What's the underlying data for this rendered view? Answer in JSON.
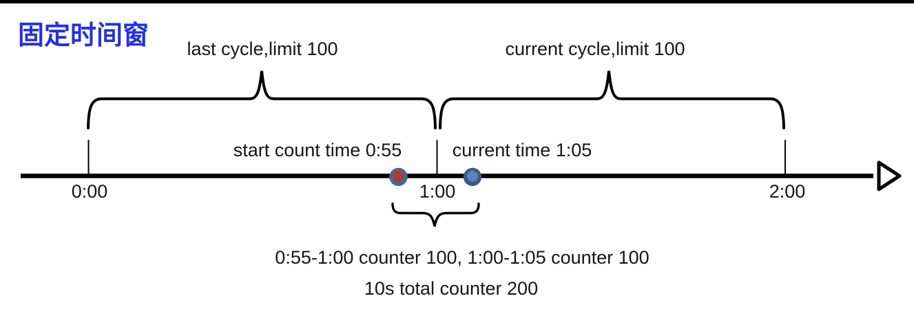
{
  "title": {
    "text": "固定时间窗",
    "color": "#2231e0"
  },
  "colors": {
    "ink": "#000000",
    "text": "#151515",
    "background": "#ffffff"
  },
  "cycles": [
    {
      "label": "last cycle,limit 100"
    },
    {
      "label": "current cycle,limit 100"
    }
  ],
  "markers": [
    {
      "label": "start count time 0:55",
      "ring_color": "#4a6691",
      "fill_color": "#b23a2b"
    },
    {
      "label": "current time 1:05",
      "ring_color": "#3a5a88",
      "fill_color": "#5f82b8"
    }
  ],
  "axis": {
    "tick_labels": [
      "0:00",
      "1:00",
      "2:00"
    ]
  },
  "summary": {
    "line1": "0:55-1:00 counter 100, 1:00-1:05 counter 100",
    "line2": "10s total counter 200"
  }
}
